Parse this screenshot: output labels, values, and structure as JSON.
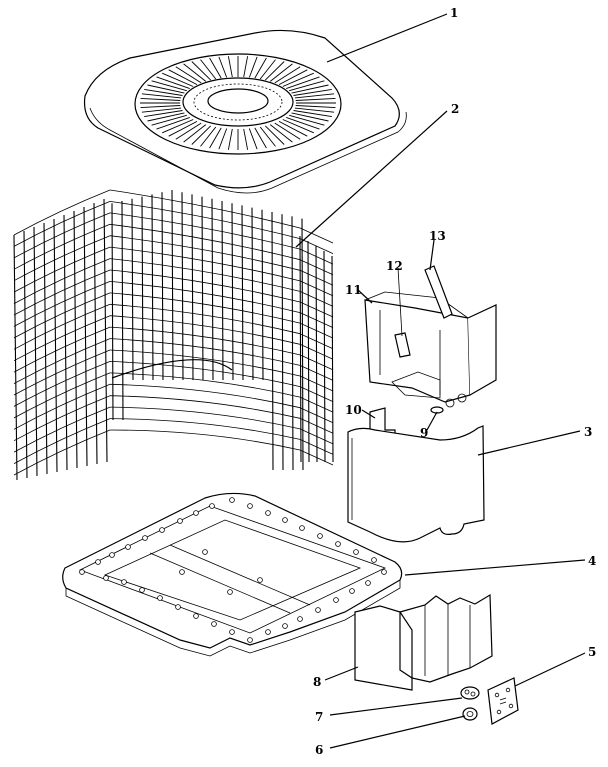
{
  "diagram": {
    "callouts": [
      {
        "id": "1",
        "label": "1"
      },
      {
        "id": "2",
        "label": "2"
      },
      {
        "id": "3",
        "label": "3"
      },
      {
        "id": "4",
        "label": "4"
      },
      {
        "id": "5",
        "label": "5"
      },
      {
        "id": "6",
        "label": "6"
      },
      {
        "id": "7",
        "label": "7"
      },
      {
        "id": "8",
        "label": "8"
      },
      {
        "id": "9",
        "label": "9"
      },
      {
        "id": "10",
        "label": "10"
      },
      {
        "id": "11",
        "label": "11"
      },
      {
        "id": "12",
        "label": "12"
      },
      {
        "id": "13",
        "label": "13"
      }
    ],
    "parts": [
      {
        "id": "1",
        "icon": "top-grille-panel-icon"
      },
      {
        "id": "2",
        "icon": "wire-guard-coil-icon"
      },
      {
        "id": "3",
        "icon": "access-panel-icon"
      },
      {
        "id": "4",
        "icon": "base-pan-icon"
      },
      {
        "id": "5",
        "icon": "control-board-icon"
      },
      {
        "id": "6",
        "icon": "small-fitting-icon"
      },
      {
        "id": "7",
        "icon": "capacitor-fitting-icon"
      },
      {
        "id": "8",
        "icon": "control-box-bracket-icon"
      },
      {
        "id": "9",
        "icon": "grommet-icon"
      },
      {
        "id": "10",
        "icon": "clip-bracket-icon"
      },
      {
        "id": "11",
        "icon": "control-box-icon"
      },
      {
        "id": "12",
        "icon": "strap-icon"
      },
      {
        "id": "13",
        "icon": "support-rod-icon"
      }
    ]
  }
}
